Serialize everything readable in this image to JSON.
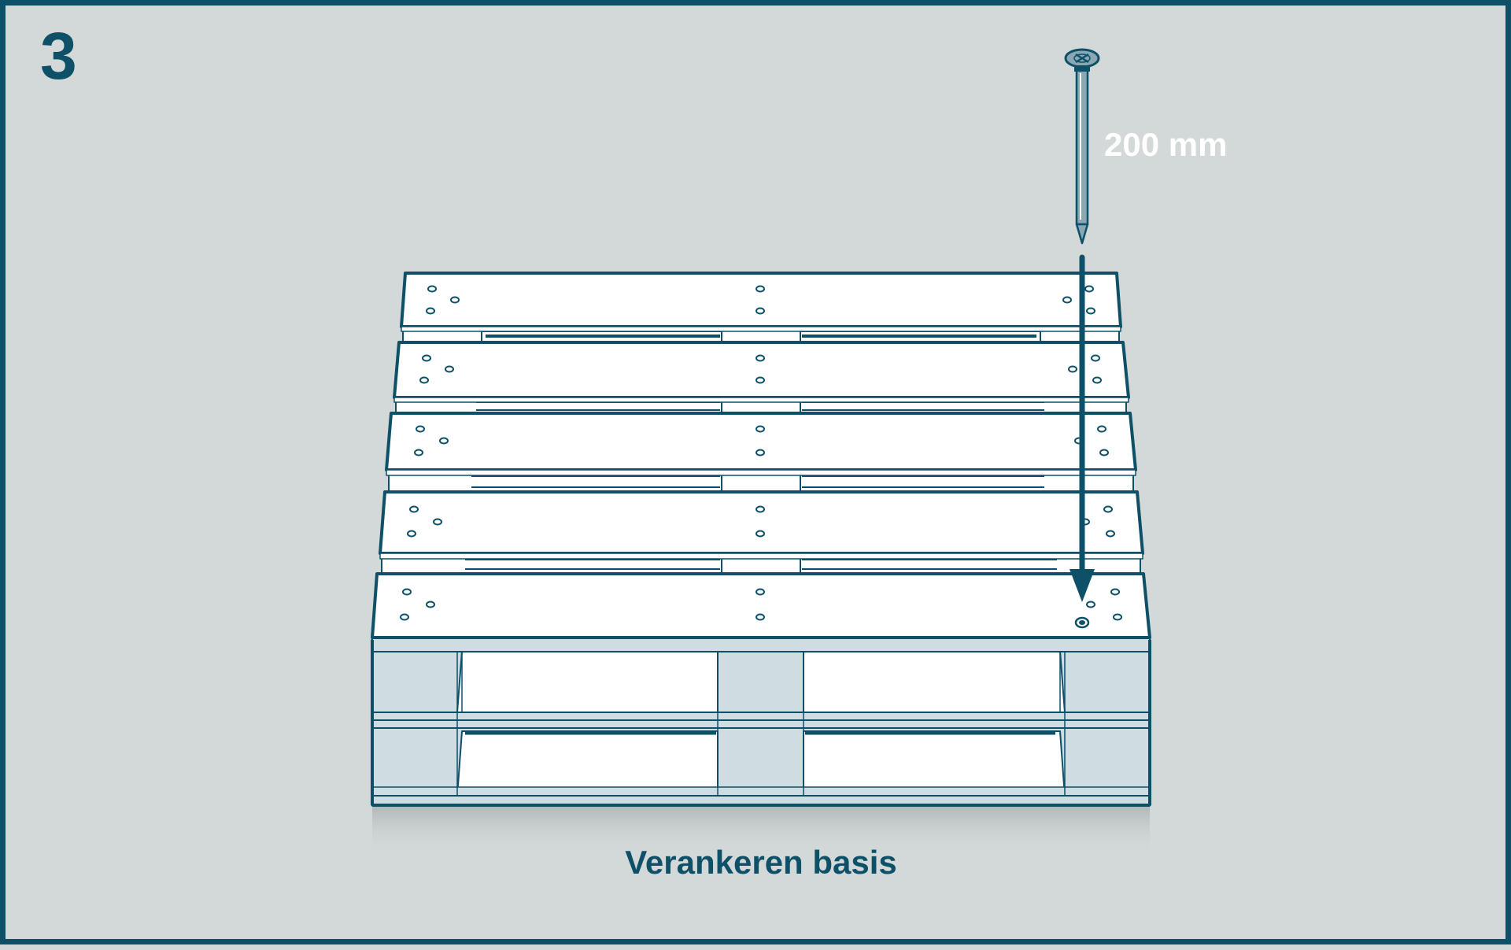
{
  "step": {
    "number": "3"
  },
  "nail": {
    "length_label": "200 mm",
    "icon": "nail-icon"
  },
  "caption": {
    "text": "Verankeren basis"
  },
  "colors": {
    "background": "#d3d9d8",
    "outline": "#0d5068",
    "board": "#ffffff",
    "block": "#cfdde3",
    "nail": "#8aa7b3"
  }
}
